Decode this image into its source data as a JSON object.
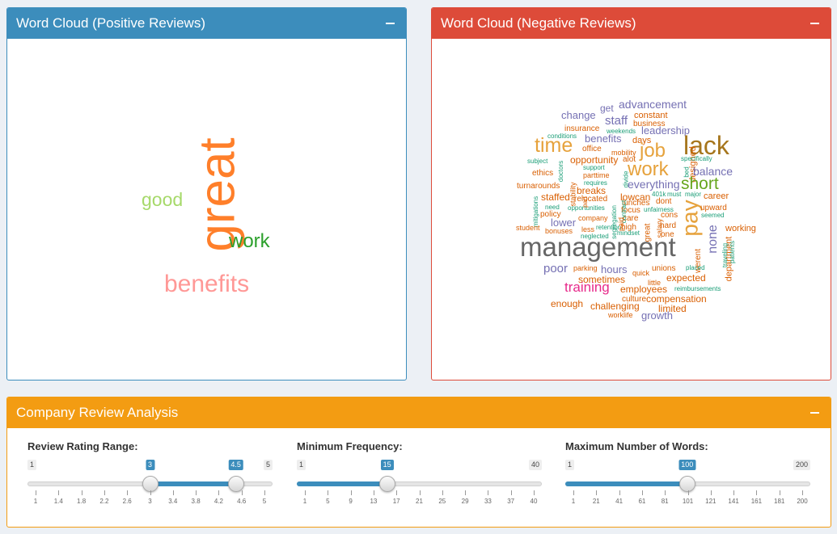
{
  "positive_panel": {
    "title": "Word Cloud (Positive Reviews)",
    "words": [
      {
        "text": "great",
        "color": "#ff7f2a",
        "vertical": true
      },
      {
        "text": "good",
        "color": "#a6d96a",
        "vertical": false
      },
      {
        "text": "work",
        "color": "#2ca02c",
        "vertical": false
      },
      {
        "text": "benefits",
        "color": "#ff9896",
        "vertical": false
      }
    ]
  },
  "negative_panel": {
    "title": "Word Cloud (Negative Reviews)",
    "words": [
      {
        "text": "advancement",
        "color": "#7570b3"
      },
      {
        "text": "get",
        "color": "#7570b3"
      },
      {
        "text": "change",
        "color": "#7570b3"
      },
      {
        "text": "constant",
        "color": "#d95f02"
      },
      {
        "text": "business",
        "color": "#d95f02"
      },
      {
        "text": "staff",
        "color": "#7570b3"
      },
      {
        "text": "insurance",
        "color": "#d95f02"
      },
      {
        "text": "weekends",
        "color": "#1b9e77"
      },
      {
        "text": "leadership",
        "color": "#7570b3"
      },
      {
        "text": "conditions",
        "color": "#1b9e77"
      },
      {
        "text": "benefits",
        "color": "#7570b3"
      },
      {
        "text": "days",
        "color": "#d95f02"
      },
      {
        "text": "time",
        "color": "#e6a23c"
      },
      {
        "text": "office",
        "color": "#d95f02"
      },
      {
        "text": "lack",
        "color": "#a6761d"
      },
      {
        "text": "mobility",
        "color": "#d95f02"
      },
      {
        "text": "job",
        "color": "#e6a23c"
      },
      {
        "text": "opportunity",
        "color": "#d95f02"
      },
      {
        "text": "alot",
        "color": "#d95f02"
      },
      {
        "text": "designed",
        "color": "#d95f02"
      },
      {
        "text": "specifically",
        "color": "#1b9e77"
      },
      {
        "text": "subject",
        "color": "#1b9e77"
      },
      {
        "text": "doctors",
        "color": "#1b9e77"
      },
      {
        "text": "support",
        "color": "#1b9e77"
      },
      {
        "text": "bed",
        "color": "#1b9e77"
      },
      {
        "text": "balance",
        "color": "#7570b3"
      },
      {
        "text": "work",
        "color": "#e6a23c"
      },
      {
        "text": "ethics",
        "color": "#d95f02"
      },
      {
        "text": "parttime",
        "color": "#d95f02"
      },
      {
        "text": "divide",
        "color": "#1b9e77"
      },
      {
        "text": "requires",
        "color": "#1b9e77"
      },
      {
        "text": "turnarounds",
        "color": "#d95f02"
      },
      {
        "text": "stability",
        "color": "#d95f02"
      },
      {
        "text": "everything",
        "color": "#7570b3"
      },
      {
        "text": "short",
        "color": "#66a61e"
      },
      {
        "text": "breaks",
        "color": "#d95f02"
      },
      {
        "text": "401k",
        "color": "#1b9e77"
      },
      {
        "text": "must",
        "color": "#1b9e77"
      },
      {
        "text": "major",
        "color": "#1b9e77"
      },
      {
        "text": "career",
        "color": "#d95f02"
      },
      {
        "text": "staffed",
        "color": "#d95f02"
      },
      {
        "text": "lowcan",
        "color": "#d95f02"
      },
      {
        "text": "mitigations",
        "color": "#1b9e77"
      },
      {
        "text": "relocated",
        "color": "#d95f02"
      },
      {
        "text": "lunches",
        "color": "#d95f02"
      },
      {
        "text": "dont",
        "color": "#d95f02"
      },
      {
        "text": "pay",
        "color": "#e6a23c"
      },
      {
        "text": "upward",
        "color": "#d95f02"
      },
      {
        "text": "need",
        "color": "#1b9e77"
      },
      {
        "text": "opportunities",
        "color": "#1b9e77"
      },
      {
        "text": "focus",
        "color": "#d95f02"
      },
      {
        "text": "unfairness",
        "color": "#1b9e77"
      },
      {
        "text": "policy",
        "color": "#d95f02"
      },
      {
        "text": "care",
        "color": "#d95f02"
      },
      {
        "text": "cons",
        "color": "#d95f02"
      },
      {
        "text": "seemed",
        "color": "#1b9e77"
      },
      {
        "text": "company",
        "color": "#d95f02"
      },
      {
        "text": "lower",
        "color": "#7570b3"
      },
      {
        "text": "high",
        "color": "#d95f02"
      },
      {
        "text": "hard",
        "color": "#d95f02"
      },
      {
        "text": "none",
        "color": "#7570b3"
      },
      {
        "text": "student",
        "color": "#d95f02"
      },
      {
        "text": "bonuses",
        "color": "#d95f02"
      },
      {
        "text": "less",
        "color": "#d95f02"
      },
      {
        "text": "retention",
        "color": "#1b9e77"
      },
      {
        "text": "working",
        "color": "#d95f02"
      },
      {
        "text": "neglected",
        "color": "#1b9e77"
      },
      {
        "text": "mindset",
        "color": "#1b9e77"
      },
      {
        "text": "one",
        "color": "#d95f02"
      },
      {
        "text": "department",
        "color": "#d95f02"
      },
      {
        "text": "management",
        "color": "#666666"
      },
      {
        "text": "werent",
        "color": "#d95f02"
      },
      {
        "text": "patients",
        "color": "#1b9e77"
      },
      {
        "text": "traveling",
        "color": "#1b9e77"
      },
      {
        "text": "poor",
        "color": "#7570b3"
      },
      {
        "text": "parking",
        "color": "#d95f02"
      },
      {
        "text": "hours",
        "color": "#7570b3"
      },
      {
        "text": "quick",
        "color": "#d95f02"
      },
      {
        "text": "unions",
        "color": "#d95f02"
      },
      {
        "text": "placed",
        "color": "#1b9e77"
      },
      {
        "text": "sometimes",
        "color": "#d95f02"
      },
      {
        "text": "expected",
        "color": "#d95f02"
      },
      {
        "text": "little",
        "color": "#d95f02"
      },
      {
        "text": "training",
        "color": "#e7298a"
      },
      {
        "text": "employees",
        "color": "#d95f02"
      },
      {
        "text": "reimbursements",
        "color": "#1b9e77"
      },
      {
        "text": "culture",
        "color": "#d95f02"
      },
      {
        "text": "compensation",
        "color": "#d95f02"
      },
      {
        "text": "enough",
        "color": "#d95f02"
      },
      {
        "text": "challenging",
        "color": "#d95f02"
      },
      {
        "text": "limited",
        "color": "#d95f02"
      },
      {
        "text": "worklife",
        "color": "#d95f02"
      },
      {
        "text": "growth",
        "color": "#7570b3"
      },
      {
        "text": "great",
        "color": "#d95f02"
      },
      {
        "text": "salary",
        "color": "#d95f02"
      },
      {
        "text": "contract",
        "color": "#1b9e77"
      },
      {
        "text": "part",
        "color": "#d95f02"
      },
      {
        "text": "segregation",
        "color": "#1b9e77"
      },
      {
        "text": "paid",
        "color": "#d95f02"
      }
    ]
  },
  "controls_panel": {
    "title": "Company Review Analysis",
    "sliders": [
      {
        "label": "Review Rating Range:",
        "min": 1,
        "max": 5,
        "value_low": 3,
        "value_high": 4.5,
        "min_label": "1",
        "max_label": "5",
        "low_label": "3",
        "high_label": "4.5",
        "ticks": [
          "1",
          "1.4",
          "1.8",
          "2.2",
          "2.6",
          "3",
          "3.4",
          "3.8",
          "4.2",
          "4.6",
          "5"
        ]
      },
      {
        "label": "Minimum Frequency:",
        "min": 1,
        "max": 40,
        "value": 15,
        "min_label": "1",
        "max_label": "40",
        "value_label": "15",
        "ticks": [
          "1",
          "5",
          "9",
          "13",
          "17",
          "21",
          "25",
          "29",
          "33",
          "37",
          "40"
        ]
      },
      {
        "label": "Maximum Number of Words:",
        "min": 1,
        "max": 200,
        "value": 100,
        "min_label": "1",
        "max_label": "200",
        "value_label": "100",
        "ticks": [
          "1",
          "21",
          "41",
          "61",
          "81",
          "101",
          "121",
          "141",
          "161",
          "181",
          "200"
        ]
      }
    ]
  }
}
